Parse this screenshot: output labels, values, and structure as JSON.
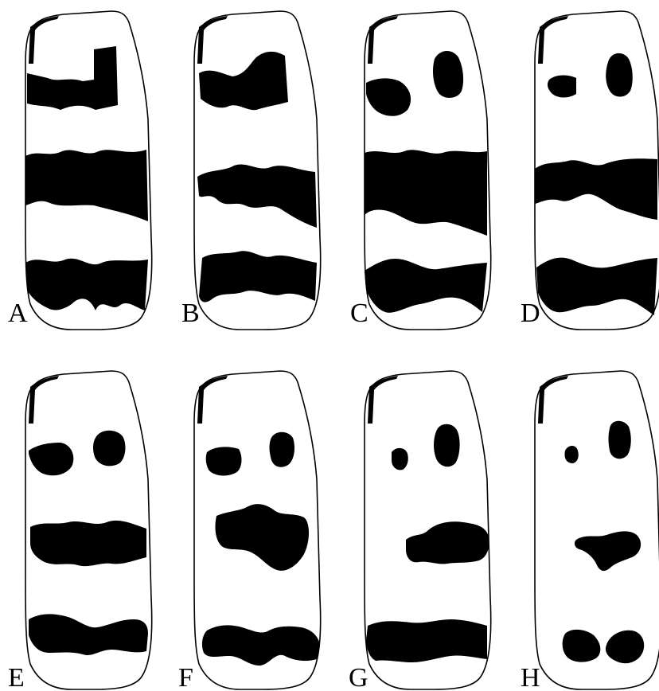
{
  "panels": [
    {
      "id": "A",
      "label": "A"
    },
    {
      "id": "B",
      "label": "B"
    },
    {
      "id": "C",
      "label": "C"
    },
    {
      "id": "D",
      "label": "D"
    },
    {
      "id": "E",
      "label": "E"
    },
    {
      "id": "F",
      "label": "F"
    },
    {
      "id": "G",
      "label": "G"
    },
    {
      "id": "H",
      "label": "H"
    }
  ],
  "colors": {
    "outline": "#000000",
    "mark": "#000000",
    "background": "#ffffff"
  }
}
